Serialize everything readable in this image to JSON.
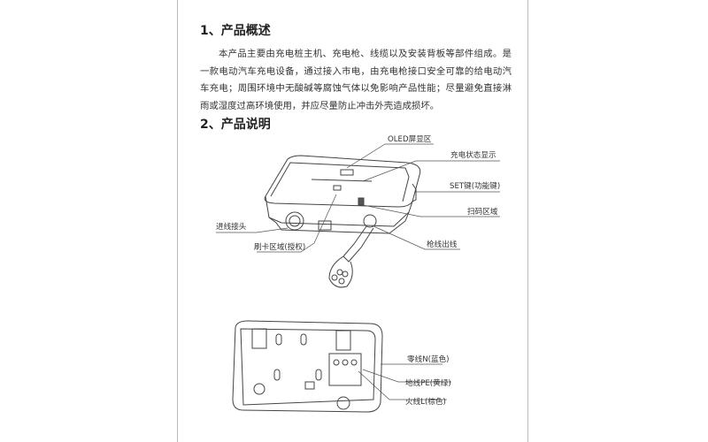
{
  "section1": {
    "heading": "1、产品概述",
    "body": "本产品主要由充电桩主机、充电枪、线缆以及安装背板等部件组成。是一款电动汽车充电设备，通过接入市电，由充电枪接口安全可靠的给电动汽车充电；周围环境中无酸碱等腐蚀气体以免影响产品性能；尽量避免直接淋雨或湿度过高环境使用，并应尽量防止冲击外壳造成损坏。"
  },
  "section2": {
    "heading": "2、产品说明",
    "front_labels": {
      "oled": "OLED屏显区",
      "status": "充电状态显示",
      "set_key": "SET键(功能键)",
      "scan": "扫码区域",
      "inlet": "进线接头",
      "card": "刷卡区域(授权)",
      "gun_cable": "枪线出线"
    },
    "back_labels": {
      "neutral": "零线N(蓝色)",
      "earth": "地线PE(黄绿)",
      "live": "火线L(棕色)"
    }
  }
}
